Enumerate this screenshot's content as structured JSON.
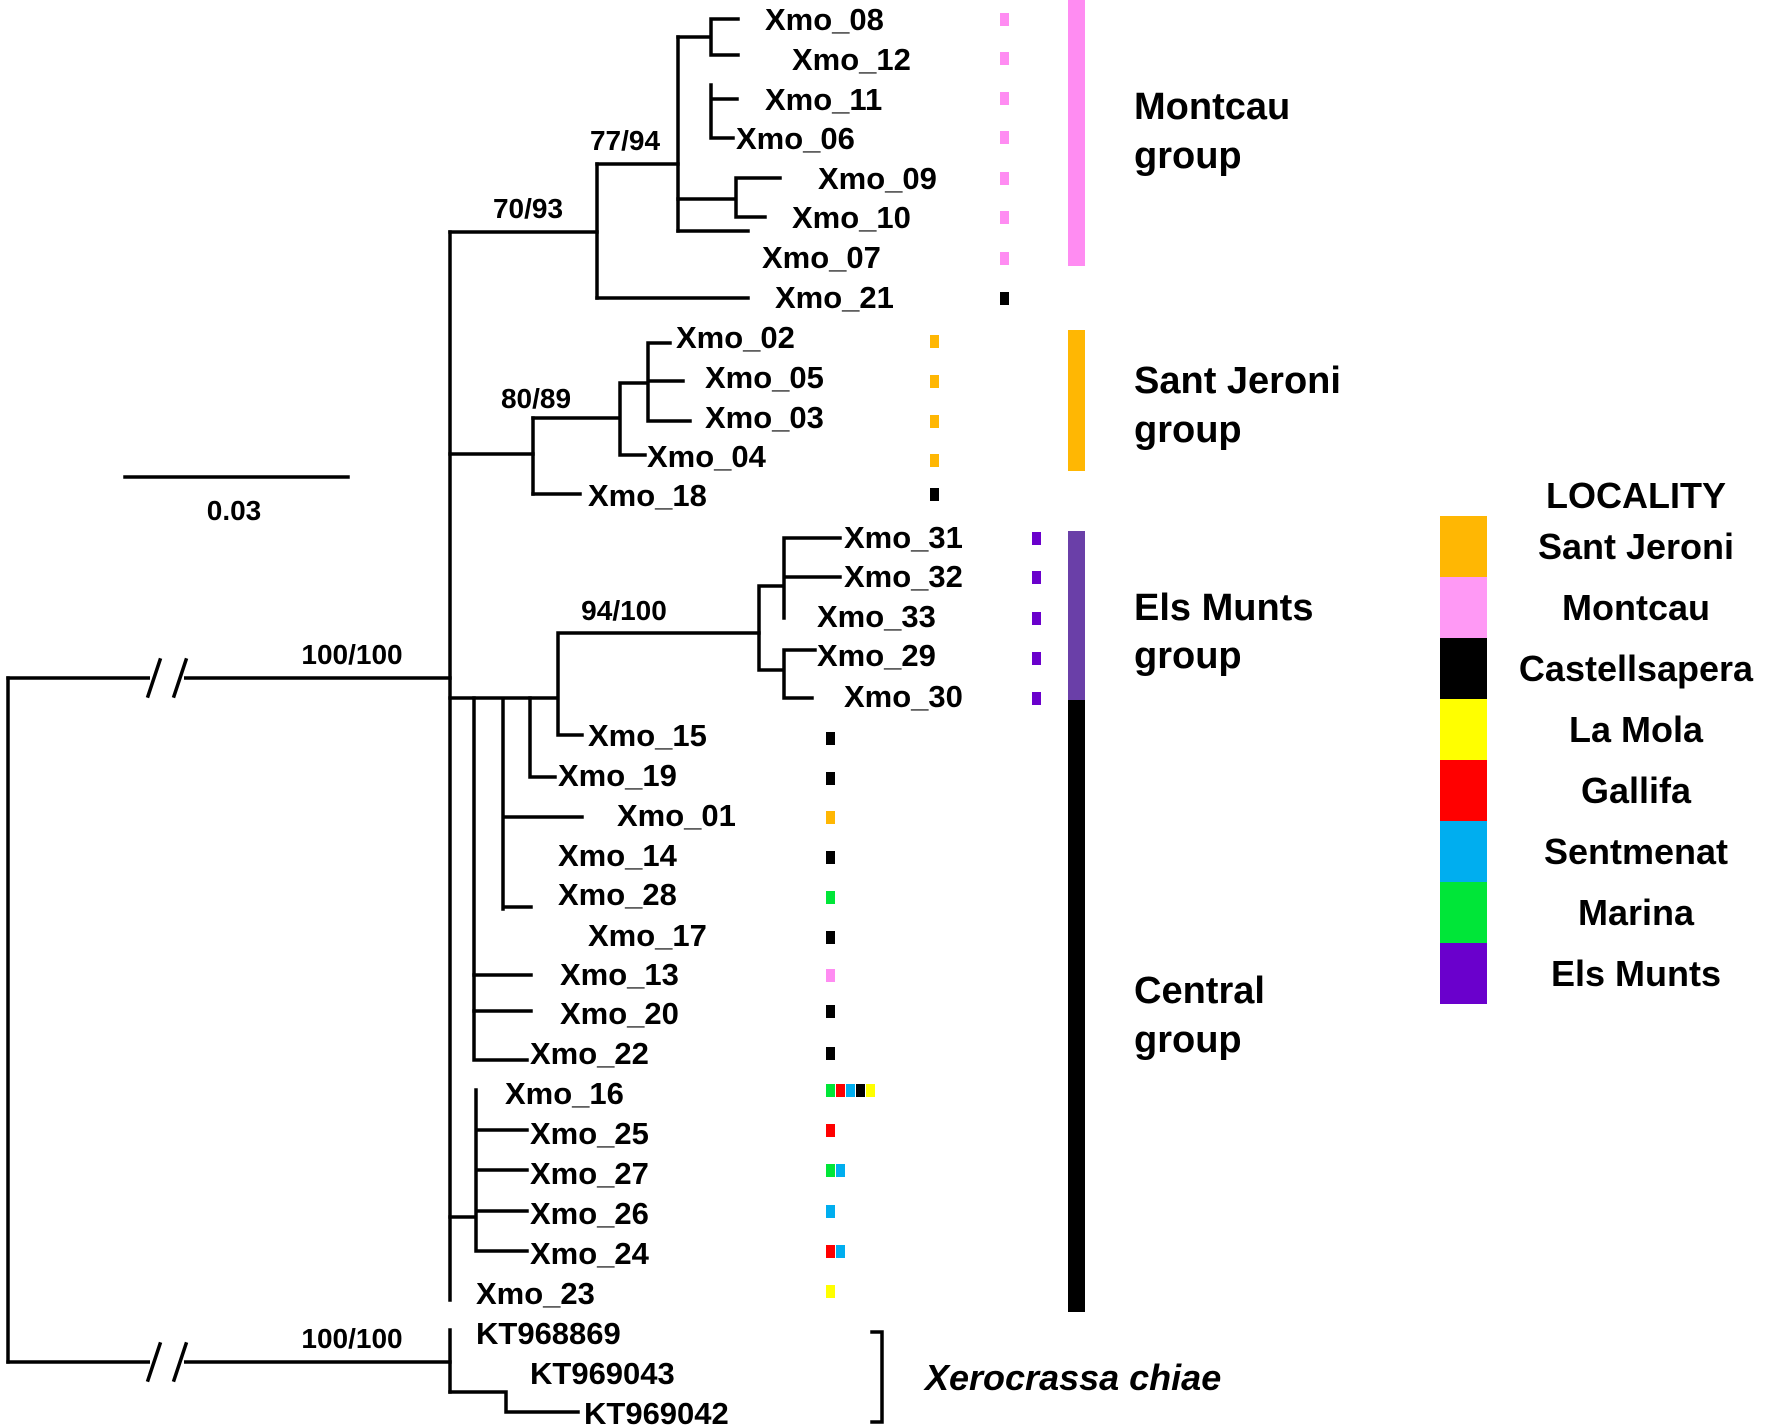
{
  "scale_bar": {
    "value_label": "0.03"
  },
  "colors": {
    "Sant Jeroni": "#FFB703",
    "Montcau": "#FF8CF2",
    "Castellsapera": "#000000",
    "La Mola": "#FFFF00",
    "Gallifa": "#FF0000",
    "Sentmenat": "#00AEEF",
    "Marina": "#00E638",
    "Els Munts": "#6A00CC"
  },
  "taxa": [
    {
      "name": "Xmo_08",
      "localities": [
        "Montcau"
      ]
    },
    {
      "name": "Xmo_12",
      "localities": [
        "Montcau"
      ]
    },
    {
      "name": "Xmo_11",
      "localities": [
        "Montcau"
      ]
    },
    {
      "name": "Xmo_06",
      "localities": [
        "Montcau"
      ]
    },
    {
      "name": "Xmo_09",
      "localities": [
        "Montcau"
      ]
    },
    {
      "name": "Xmo_10",
      "localities": [
        "Montcau"
      ]
    },
    {
      "name": "Xmo_07",
      "localities": [
        "Montcau"
      ]
    },
    {
      "name": "Xmo_21",
      "localities": [
        "Castellsapera"
      ]
    },
    {
      "name": "Xmo_02",
      "localities": [
        "Sant Jeroni"
      ]
    },
    {
      "name": "Xmo_05",
      "localities": [
        "Sant Jeroni"
      ]
    },
    {
      "name": "Xmo_03",
      "localities": [
        "Sant Jeroni"
      ]
    },
    {
      "name": "Xmo_04",
      "localities": [
        "Sant Jeroni"
      ]
    },
    {
      "name": "Xmo_18",
      "localities": [
        "Castellsapera"
      ]
    },
    {
      "name": "Xmo_31",
      "localities": [
        "Els Munts"
      ]
    },
    {
      "name": "Xmo_32",
      "localities": [
        "Els Munts"
      ]
    },
    {
      "name": "Xmo_33",
      "localities": [
        "Els Munts"
      ]
    },
    {
      "name": "Xmo_29",
      "localities": [
        "Els Munts"
      ]
    },
    {
      "name": "Xmo_30",
      "localities": [
        "Els Munts"
      ]
    },
    {
      "name": "Xmo_15",
      "localities": [
        "Castellsapera"
      ]
    },
    {
      "name": "Xmo_19",
      "localities": [
        "Castellsapera"
      ]
    },
    {
      "name": "Xmo_01",
      "localities": [
        "Sant Jeroni"
      ]
    },
    {
      "name": "Xmo_14",
      "localities": [
        "Castellsapera"
      ]
    },
    {
      "name": "Xmo_28",
      "localities": [
        "Marina"
      ]
    },
    {
      "name": "Xmo_17",
      "localities": [
        "Castellsapera"
      ]
    },
    {
      "name": "Xmo_13",
      "localities": [
        "Montcau"
      ]
    },
    {
      "name": "Xmo_20",
      "localities": [
        "Castellsapera"
      ]
    },
    {
      "name": "Xmo_22",
      "localities": [
        "Castellsapera"
      ]
    },
    {
      "name": "Xmo_16",
      "localities": [
        "Marina",
        "Gallifa",
        "Sentmenat",
        "Castellsapera",
        "La Mola"
      ]
    },
    {
      "name": "Xmo_25",
      "localities": [
        "Gallifa"
      ]
    },
    {
      "name": "Xmo_27",
      "localities": [
        "Marina",
        "Sentmenat"
      ]
    },
    {
      "name": "Xmo_26",
      "localities": [
        "Sentmenat"
      ]
    },
    {
      "name": "Xmo_24",
      "localities": [
        "Gallifa",
        "Sentmenat"
      ]
    },
    {
      "name": "Xmo_23",
      "localities": [
        "La Mola"
      ]
    },
    {
      "name": "KT968869",
      "localities": []
    },
    {
      "name": "KT969043",
      "localities": []
    },
    {
      "name": "KT969042",
      "localities": []
    }
  ],
  "support_values": [
    {
      "node": "montcau-inner",
      "text": "77/94"
    },
    {
      "node": "montcau-clade",
      "text": "70/93"
    },
    {
      "node": "santjeroni-clade",
      "text": "80/89"
    },
    {
      "node": "elsmunts-clade",
      "text": "94/100"
    },
    {
      "node": "ingroup",
      "text": "100/100"
    },
    {
      "node": "outgroup",
      "text": "100/100"
    }
  ],
  "groups": [
    {
      "line1": "Montcau",
      "line2": "group",
      "color": "#FF8CF2"
    },
    {
      "line1": "Sant Jeroni",
      "line2": "group",
      "color": "#FFB703"
    },
    {
      "line1": "Els Munts",
      "line2": "group",
      "color": "#6A3FA8"
    },
    {
      "line1": "Central",
      "line2": "group",
      "color": "#000000"
    }
  ],
  "outgroup": {
    "species": "Xerocrassa chiae"
  },
  "legend": {
    "title": "LOCALITY",
    "entries": [
      {
        "label": "Sant Jeroni",
        "color": "#FFB703"
      },
      {
        "label": "Montcau",
        "color": "#FF99F5"
      },
      {
        "label": "Castellsapera",
        "color": "#000000"
      },
      {
        "label": "La Mola",
        "color": "#FFFF00"
      },
      {
        "label": "Gallifa",
        "color": "#FF0000"
      },
      {
        "label": "Sentmenat",
        "color": "#00AEEF"
      },
      {
        "label": "Marina",
        "color": "#00E638"
      },
      {
        "label": "Els Munts",
        "color": "#6A00CC"
      }
    ]
  }
}
